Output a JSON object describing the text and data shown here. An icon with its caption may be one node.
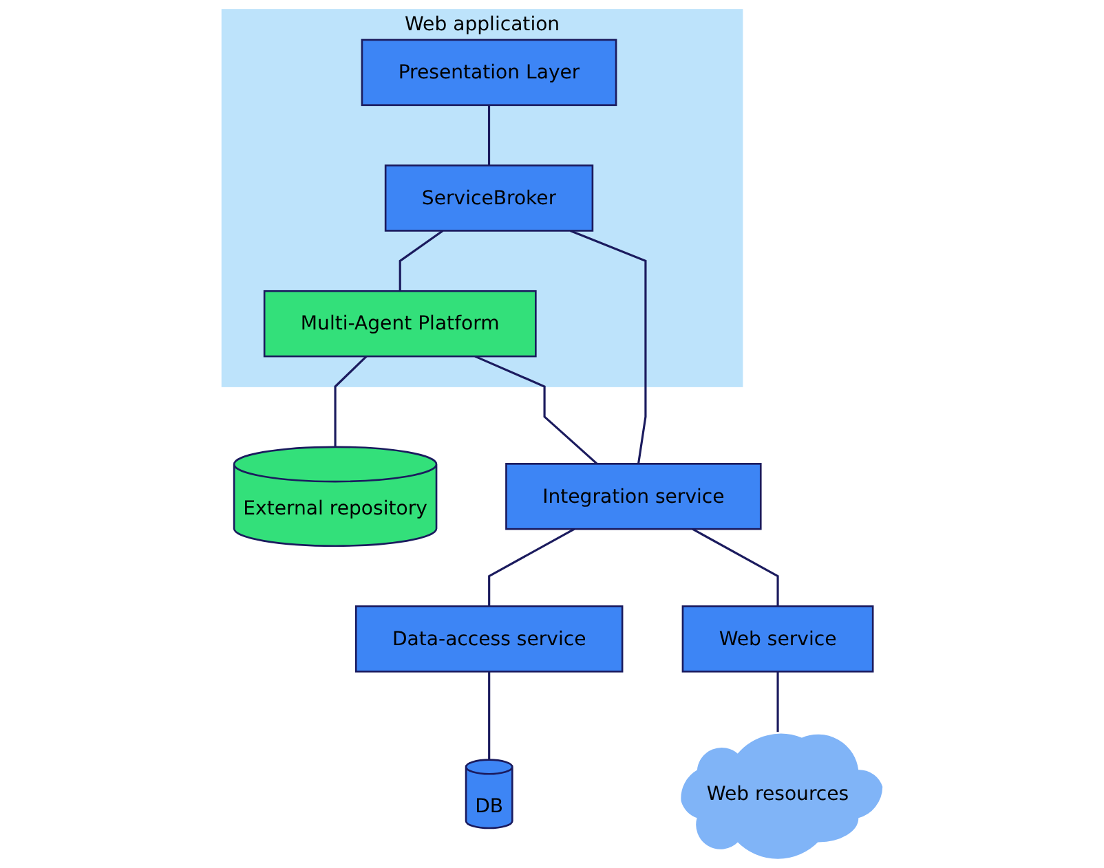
{
  "diagram": {
    "nodes": [
      {
        "text": [
          "Web application"
        ]
      },
      {
        "text": [
          "Presentation Layer"
        ],
        "in": 0
      },
      {
        "text": [
          "ServiceBroker"
        ],
        "in": 0
      },
      {
        "text": [
          "Multi-Agent Platform"
        ],
        "in": 0
      },
      {
        "text": [
          "External repository"
        ]
      },
      {
        "text": [
          "Integration service"
        ]
      },
      {
        "text": [
          "Data-access service"
        ]
      },
      {
        "text": [
          "Web service"
        ]
      },
      {
        "text": [
          "DB"
        ]
      },
      {
        "text": [
          "Web resources"
        ]
      }
    ],
    "edges": [
      {
        "from": 1,
        "to": 2,
        "arrow": "none"
      },
      {
        "from": 2,
        "to": 3,
        "arrow": "none"
      },
      {
        "from": 3,
        "to": 4,
        "arrow": "none"
      },
      {
        "from": 3,
        "to": 5,
        "arrow": "none"
      },
      {
        "from": 2,
        "to": 5,
        "arrow": "none"
      },
      {
        "from": 5,
        "to": 6,
        "arrow": "none"
      },
      {
        "from": 5,
        "to": 7,
        "arrow": "none"
      },
      {
        "from": 6,
        "to": 8,
        "arrow": "none"
      },
      {
        "from": 7,
        "to": 9,
        "arrow": "none"
      }
    ]
  }
}
